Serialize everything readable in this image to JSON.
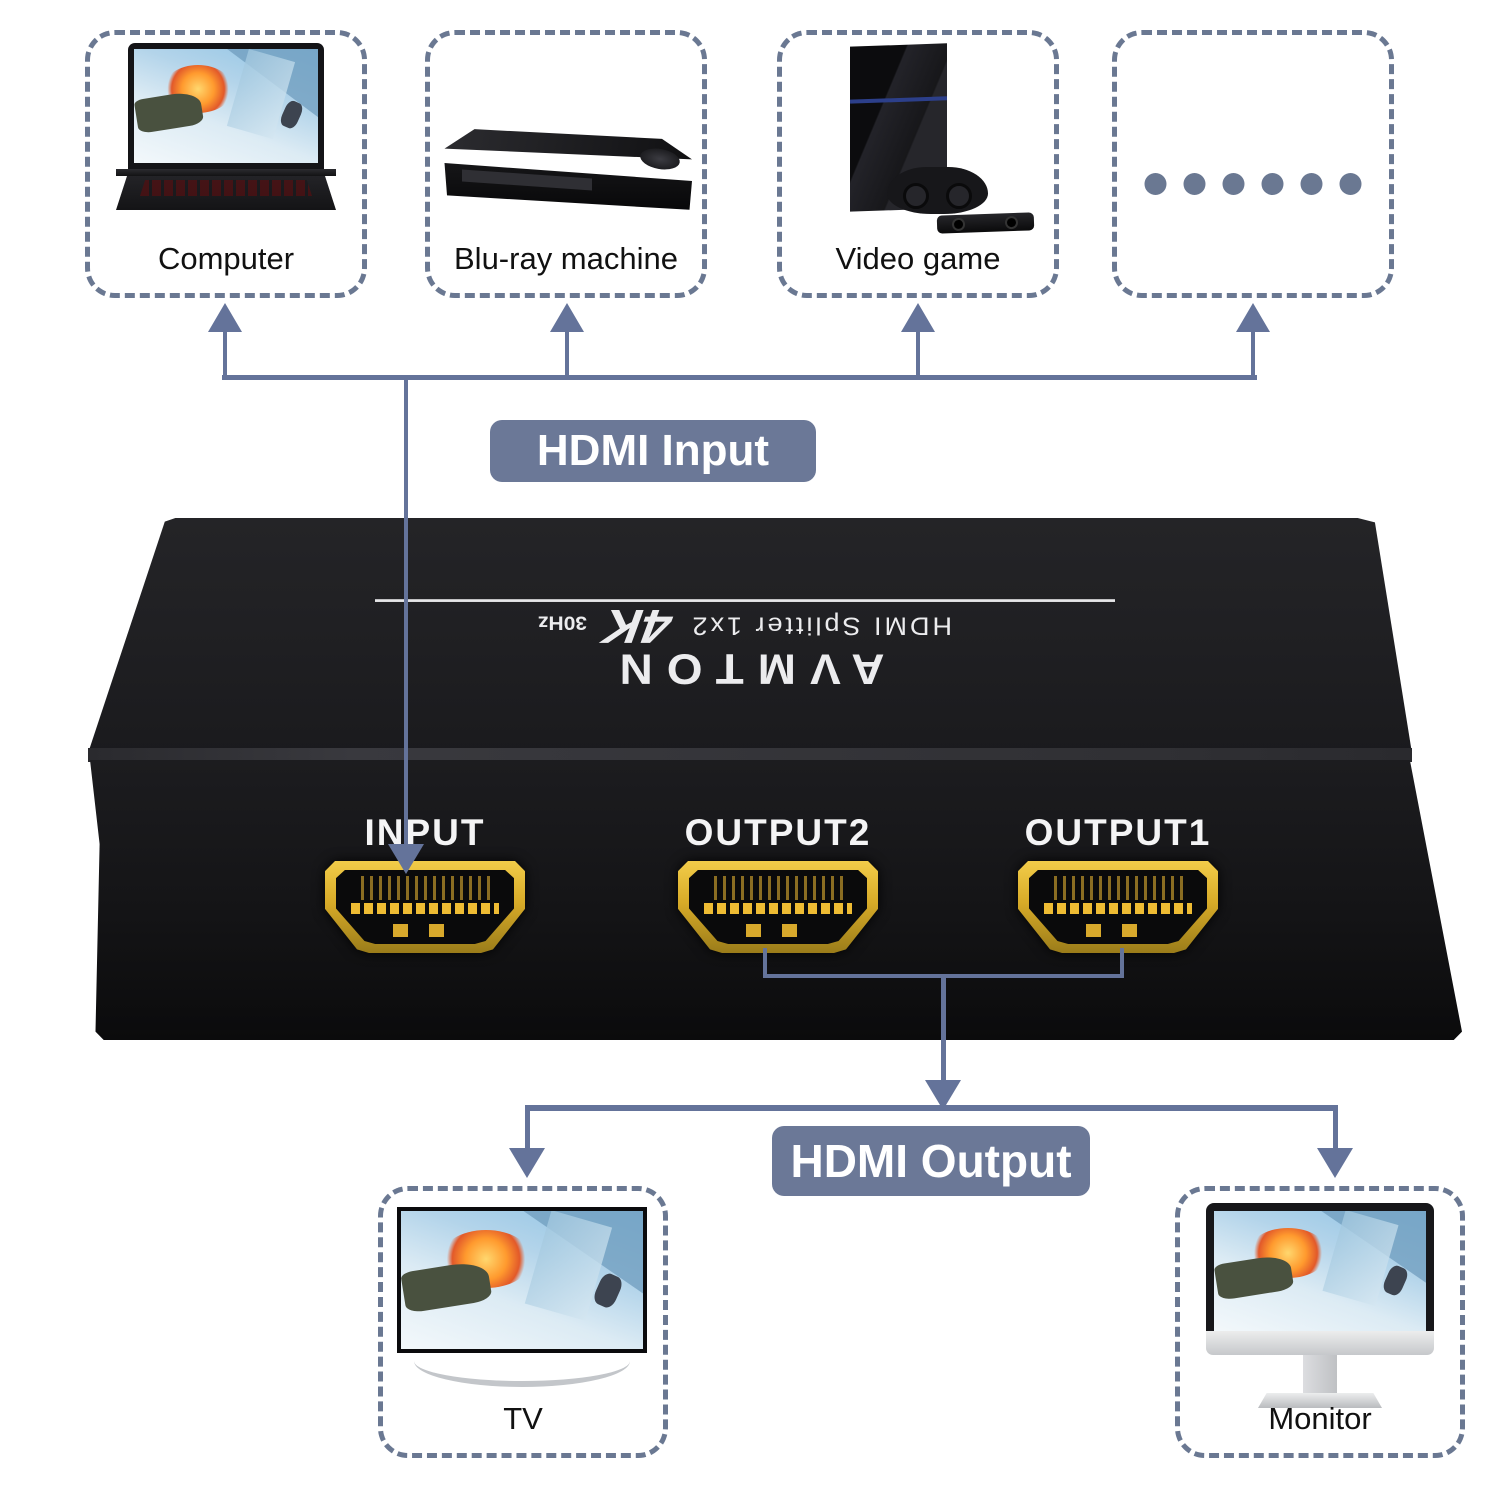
{
  "diagram": {
    "title_semantic": "HDMI splitter 1 in 2 out connection diagram",
    "colors": {
      "background": "#ffffff",
      "accent_line": "#64739a",
      "dashed_border": "#6a7892",
      "label_background": "#6b7897",
      "label_text": "#ffffff",
      "port_gold": "#d8ab28"
    },
    "source_devices": [
      {
        "label": "Computer",
        "icon": "laptop-icon"
      },
      {
        "label": "Blu-ray machine",
        "icon": "bluray-player-icon"
      },
      {
        "label": "Video game",
        "icon": "game-console-icon"
      },
      {
        "label": "",
        "icon": "ellipsis-dots-icon"
      }
    ],
    "connections": {
      "input_label": "HDMI Input",
      "output_label": "HDMI Output"
    },
    "device": {
      "brand": "AVMTON",
      "model_text": "HDMI Splitter 1x2",
      "badge_4k": "4K",
      "badge_hz": "30Hz",
      "ports": [
        {
          "label": "INPUT"
        },
        {
          "label": "OUTPUT2"
        },
        {
          "label": "OUTPUT1"
        }
      ]
    },
    "output_devices": [
      {
        "label": "TV",
        "icon": "tv-icon"
      },
      {
        "label": "Monitor",
        "icon": "monitor-icon"
      }
    ]
  }
}
